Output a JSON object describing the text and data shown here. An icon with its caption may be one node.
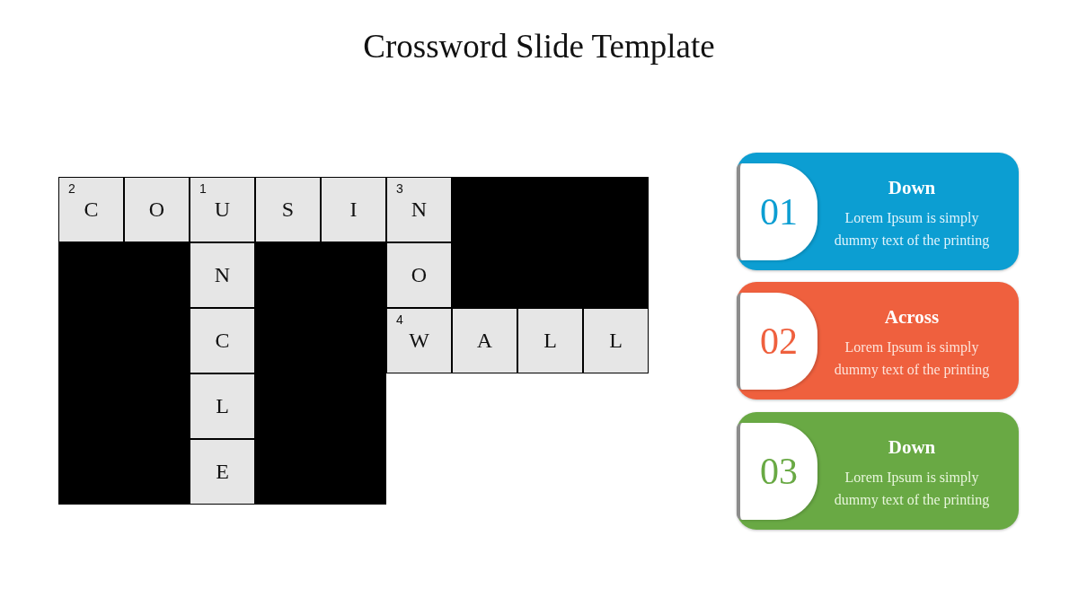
{
  "diagram": {
    "title": "Crossword Slide Template",
    "nodes": [
      {
        "text": [
          "2",
          "C"
        ]
      },
      {
        "text": [
          "O"
        ]
      },
      {
        "text": [
          "1",
          "U"
        ]
      },
      {
        "text": [
          "S"
        ]
      },
      {
        "text": [
          "I"
        ]
      },
      {
        "text": [
          "3",
          "N"
        ]
      },
      {
        "text": [
          "N"
        ]
      },
      {
        "text": [
          "O"
        ]
      },
      {
        "text": [
          "C"
        ]
      },
      {
        "text": [
          "4",
          "W"
        ]
      },
      {
        "text": [
          "A"
        ]
      },
      {
        "text": [
          "L"
        ]
      },
      {
        "text": [
          "L"
        ]
      },
      {
        "text": [
          "L"
        ]
      },
      {
        "text": [
          "E"
        ]
      },
      {
        "text": [
          "Down",
          "Lorem Ipsum is simply dummy text of the printing"
        ]
      },
      {
        "text": [
          "01"
        ],
        "in": 15
      },
      {
        "text": [
          "Across",
          "Lorem Ipsum is simply dummy text of the printing"
        ]
      },
      {
        "text": [
          "02"
        ],
        "in": 17
      },
      {
        "text": [
          "Down",
          "Lorem Ipsum is simply dummy text of the printing"
        ]
      },
      {
        "text": [
          "03"
        ],
        "in": 19
      }
    ]
  }
}
